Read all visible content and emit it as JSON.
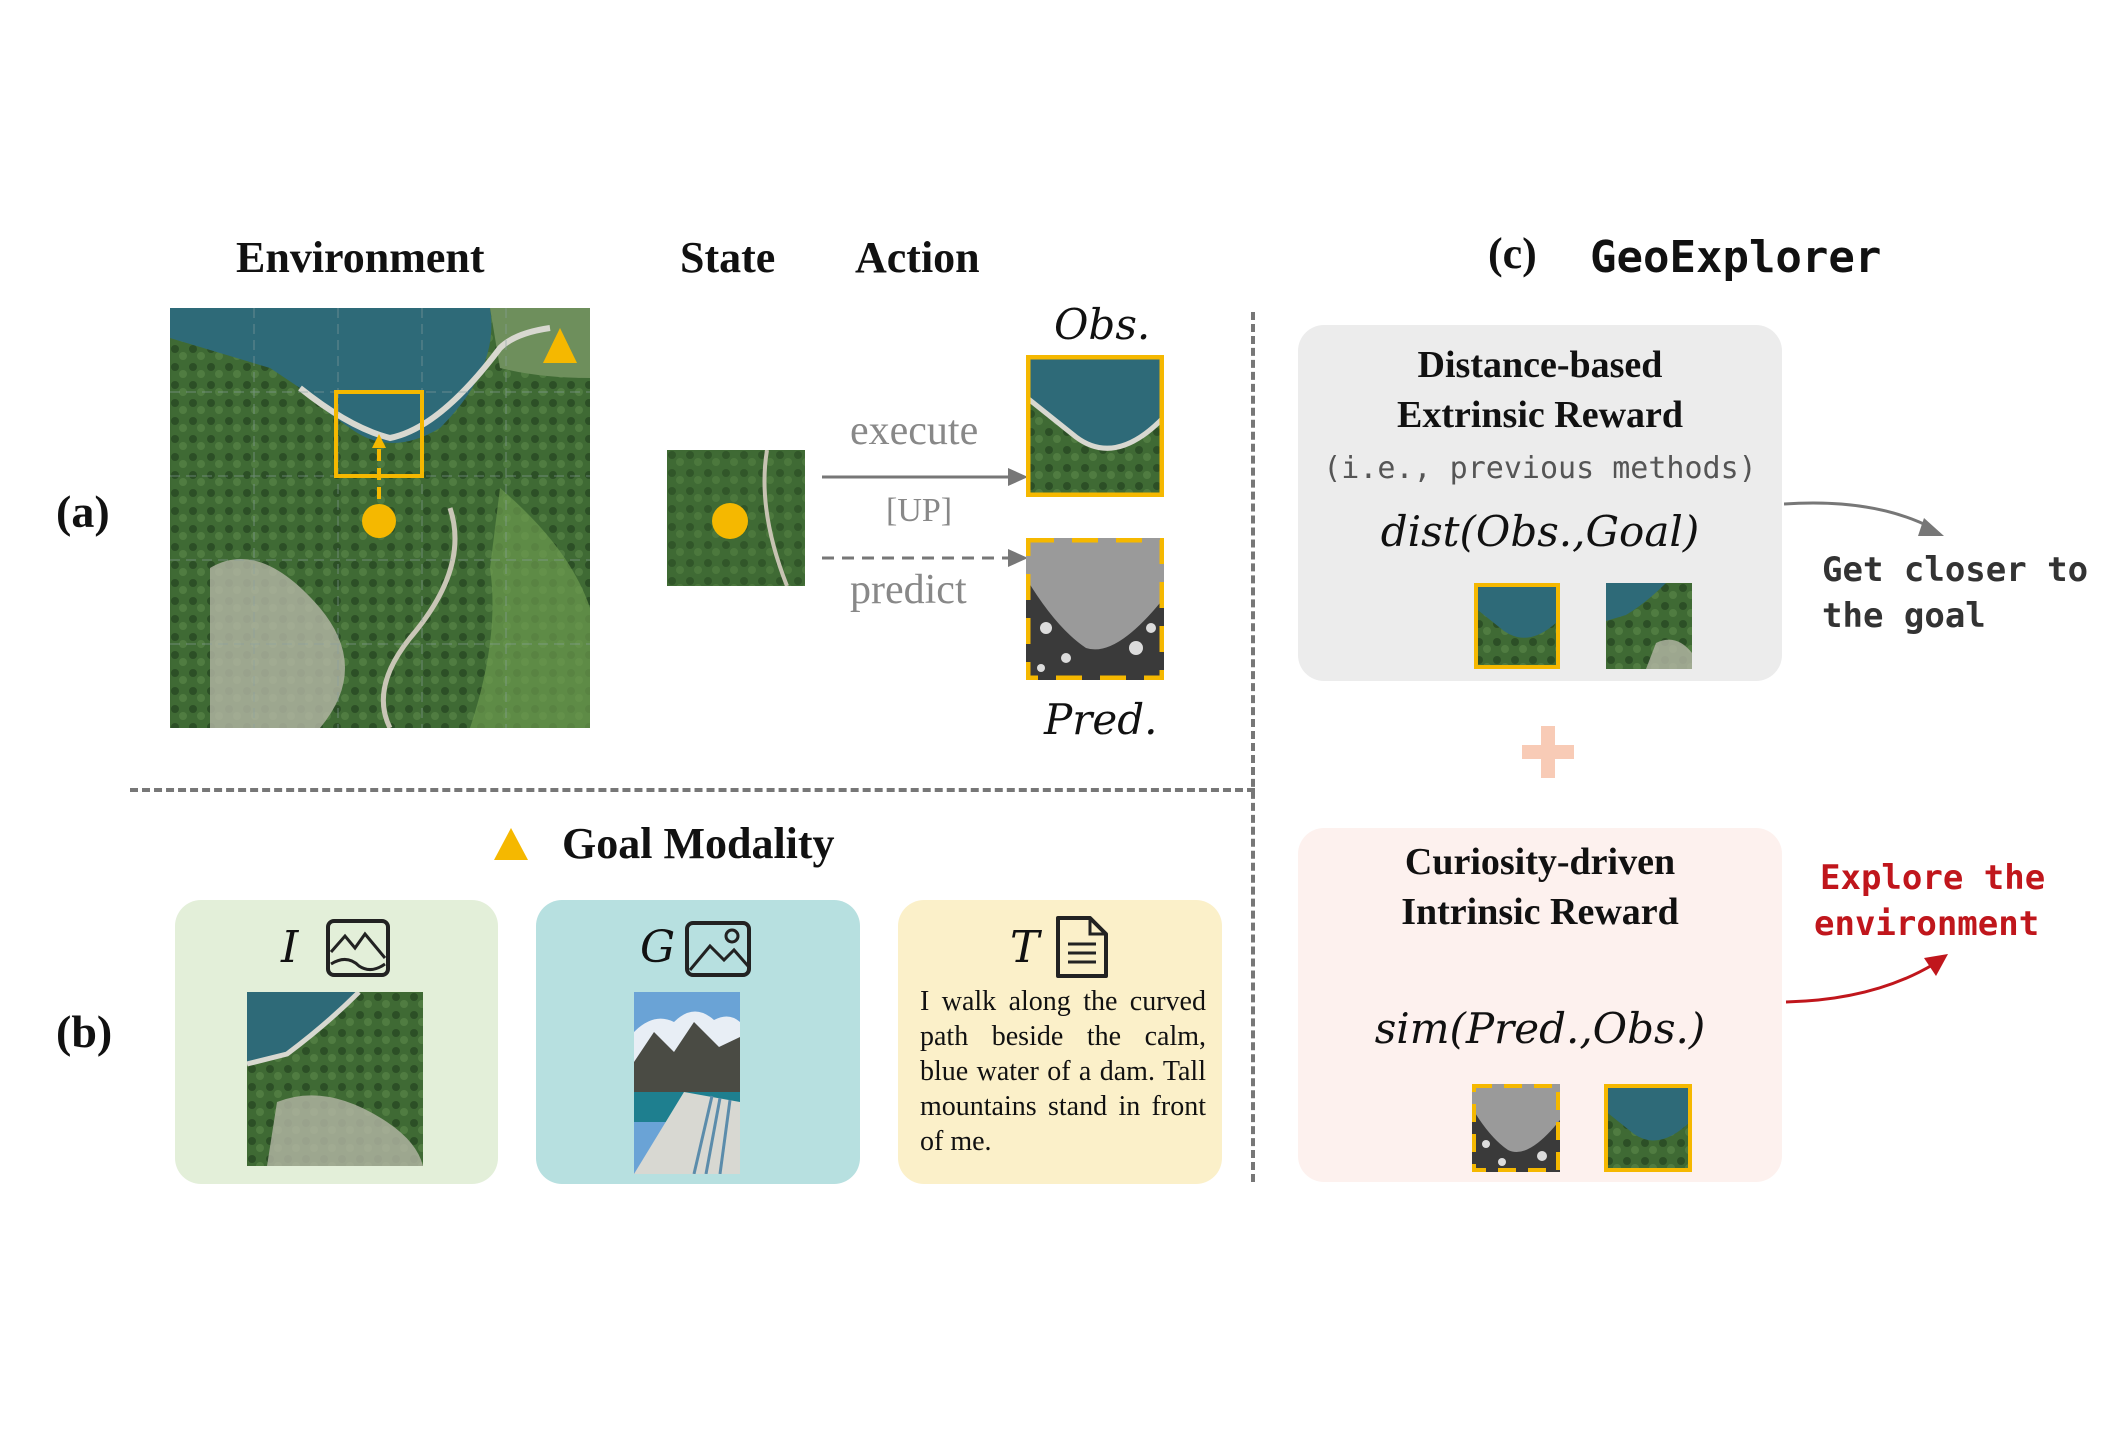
{
  "panel_a": {
    "label": "(a)",
    "headers": {
      "environment": "Environment",
      "state": "State",
      "action": "Action"
    },
    "obs_label": "Obs.",
    "pred_label": "Pred.",
    "execute_label": "execute",
    "up_label": "[UP]",
    "predict_label": "predict"
  },
  "panel_b": {
    "label": "(b)",
    "title": "Goal Modality",
    "cards": [
      {
        "letter": "I",
        "color": "#e3efd9"
      },
      {
        "letter": "G",
        "color": "#b7e0e0"
      },
      {
        "letter": "T",
        "color": "#fbf0c9",
        "text": "I walk along the curved path beside the calm, blue water of a dam. Tall mountains stand in front of me."
      }
    ]
  },
  "panel_c": {
    "label": "(c)",
    "title": "GeoExplorer",
    "extrinsic": {
      "title_line1": "Distance-based",
      "title_line2": "Extrinsic Reward",
      "note": "(i.e., previous methods)",
      "formula": "dist(Obs.,Goal)",
      "side_text_line1": "Get closer to",
      "side_text_line2": "the goal",
      "box_color": "#ececec"
    },
    "plus": "+",
    "intrinsic": {
      "title_line1": "Curiosity-driven",
      "title_line2": "Intrinsic Reward",
      "formula": "sim(Pred.,Obs.)",
      "side_text_line1": "Explore the",
      "side_text_line2": "environment",
      "box_color": "#fdf1ee",
      "side_color": "#c0161c"
    }
  },
  "colors": {
    "accent": "#f5b800",
    "arrow": "#777777",
    "water": "#2e6a78",
    "forest": "#3f6a34"
  }
}
